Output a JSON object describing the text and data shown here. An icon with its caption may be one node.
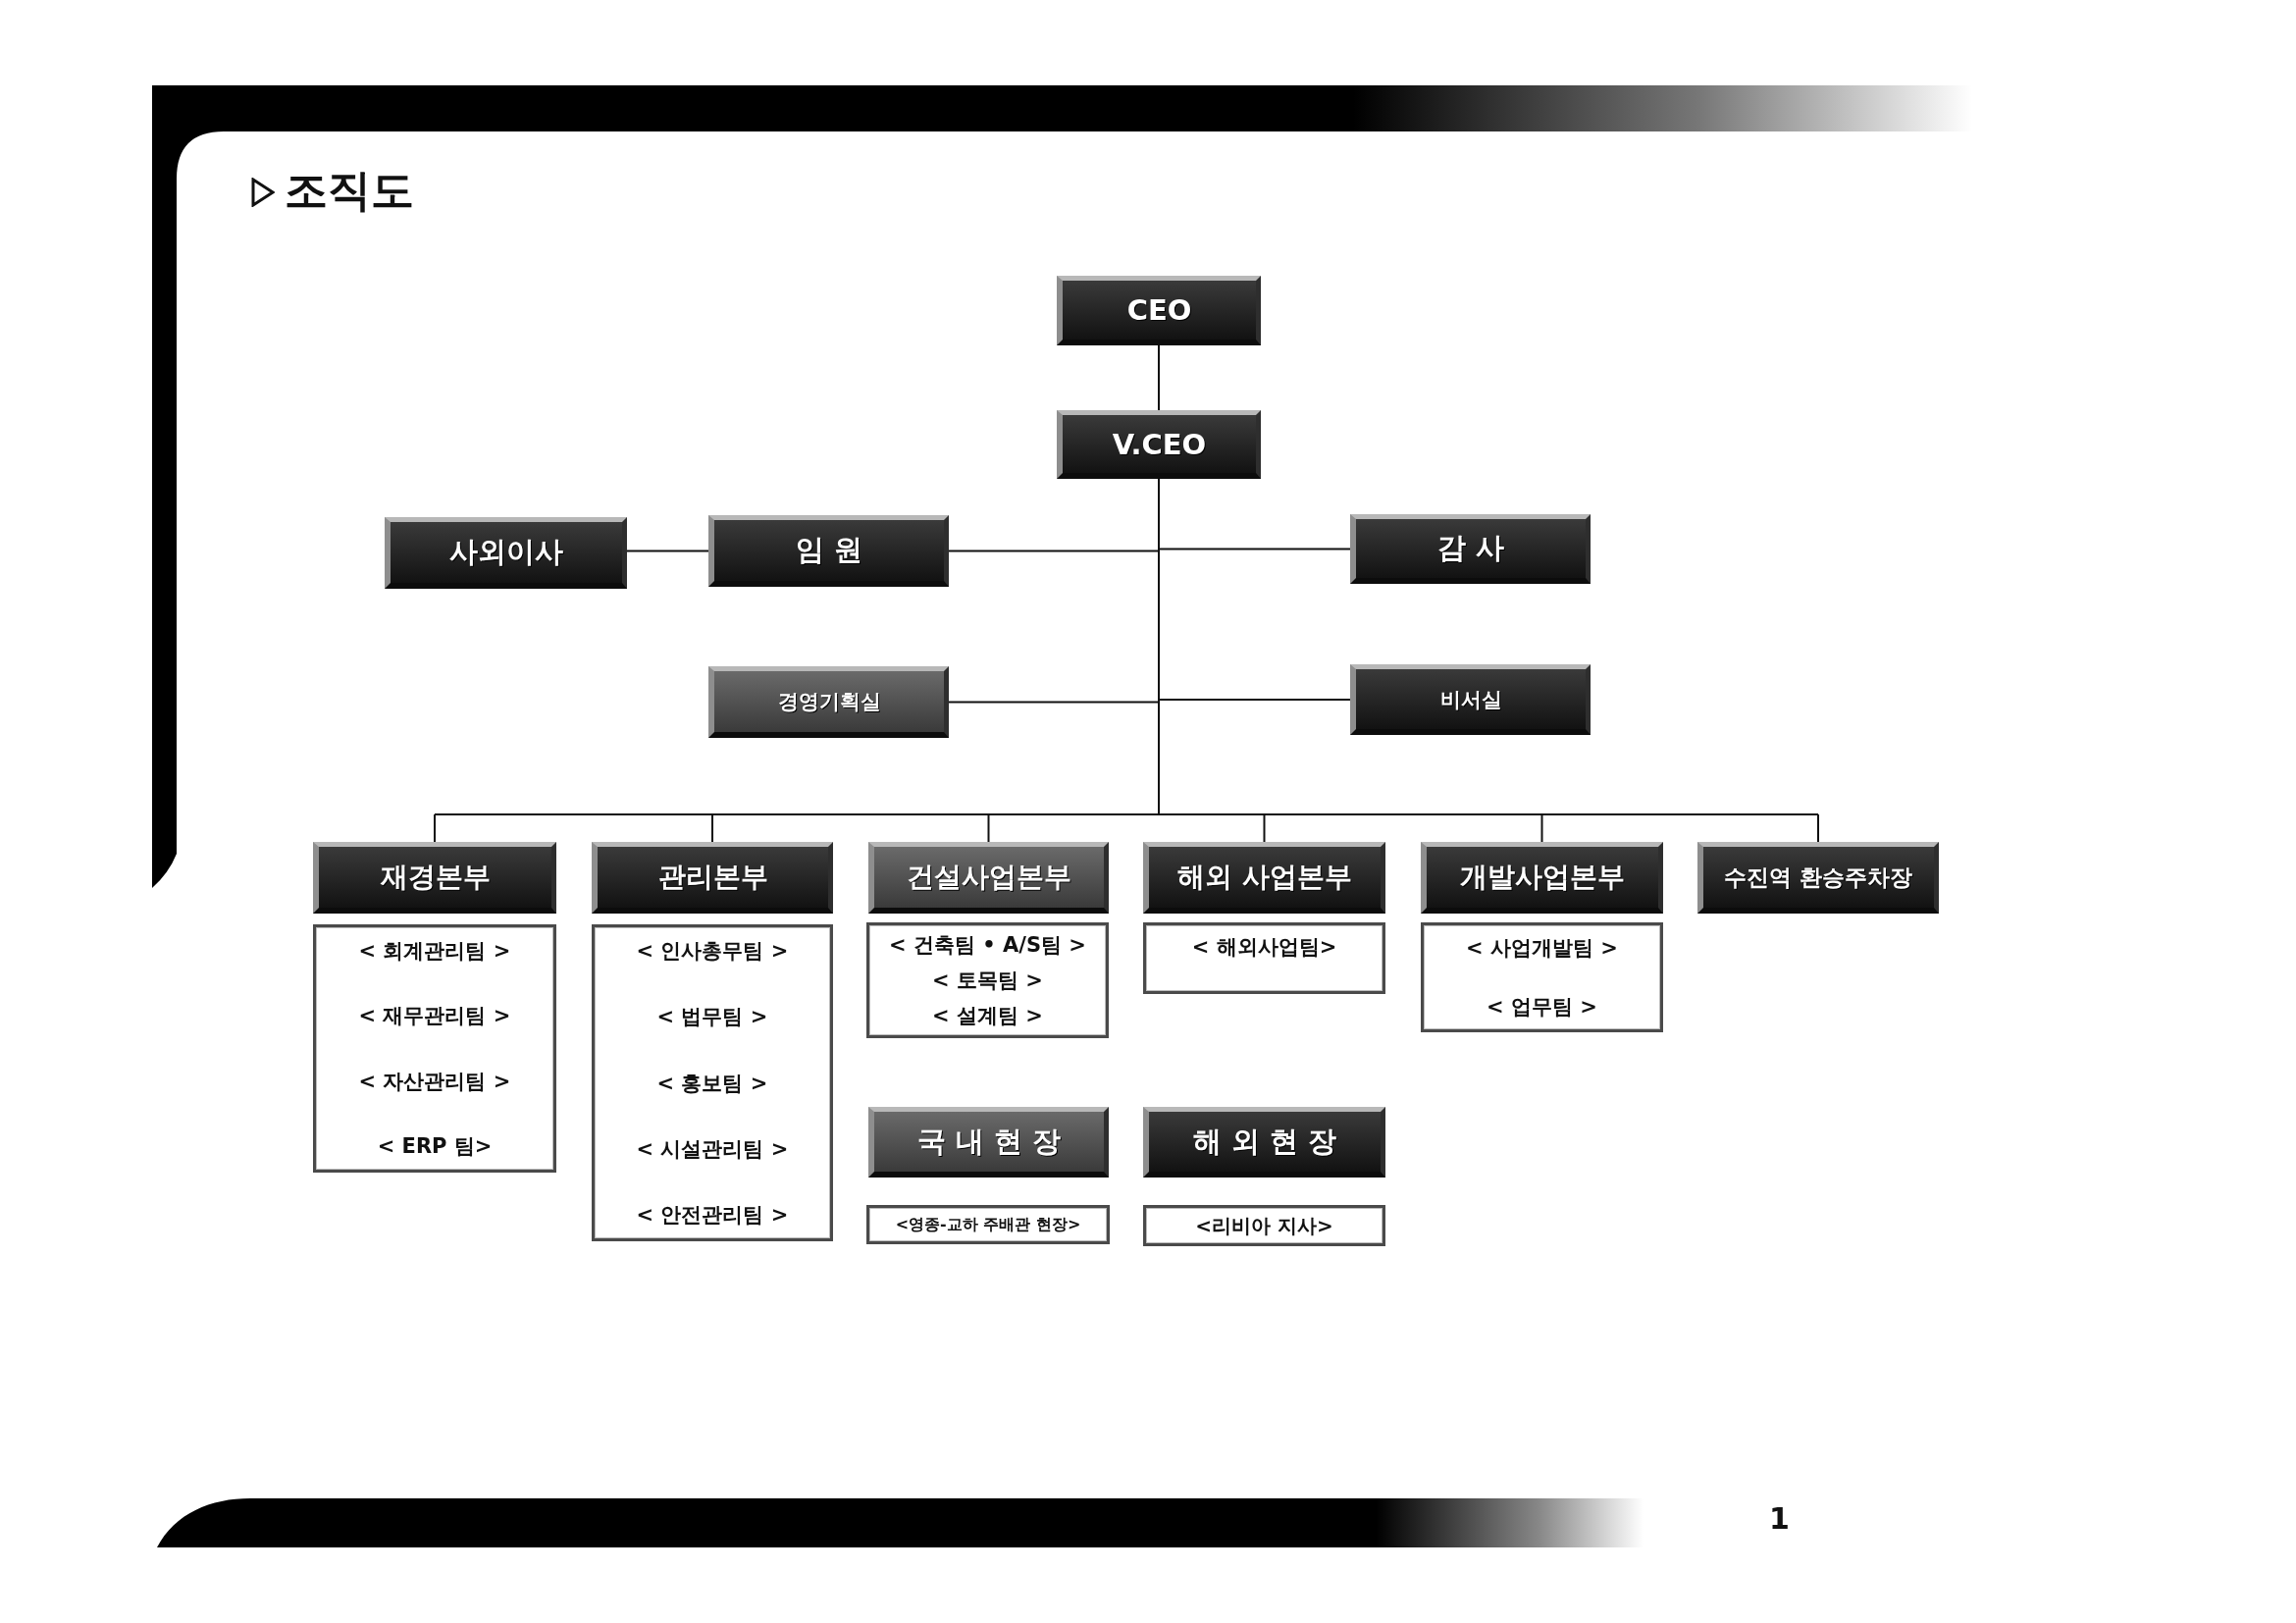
{
  "diagram": {
    "title": "조직도",
    "nodes": [
      {
        "text": [
          "CEO"
        ]
      },
      {
        "text": [
          "V.CEO"
        ]
      },
      {
        "text": [
          "사외이사"
        ]
      },
      {
        "text": [
          "임 원"
        ]
      },
      {
        "text": [
          "감 사"
        ]
      },
      {
        "text": [
          "경영기획실"
        ]
      },
      {
        "text": [
          "비서실"
        ]
      },
      {
        "text": [
          "재경본부"
        ]
      },
      {
        "text": [
          "관리본부"
        ]
      },
      {
        "text": [
          "건설사업본부"
        ]
      },
      {
        "text": [
          "해외 사업본부"
        ]
      },
      {
        "text": [
          "개발사업본부"
        ]
      },
      {
        "text": [
          "수진역 환승주차장"
        ]
      },
      {
        "text": [
          "< 회계관리팀 >",
          "< 재무관리팀 >",
          "< 자산관리팀 >",
          "< ERP 팀>"
        ]
      },
      {
        "text": [
          "< 인사총무팀 >",
          "< 법무팀 >",
          "< 홍보팀 >",
          "< 시설관리팀 >",
          "< 안전관리팀 >"
        ]
      },
      {
        "text": [
          "< 건축팀 • A/S팀 >",
          "< 토목팀 >",
          "< 설계팀 >"
        ]
      },
      {
        "text": [
          "< 해외사업팀>"
        ]
      },
      {
        "text": [
          "< 사업개발팀 >",
          "< 업무팀 >"
        ]
      },
      {
        "text": [
          "국 내 현 장"
        ]
      },
      {
        "text": [
          "해 외 현 장"
        ]
      },
      {
        "text": [
          "<영종-교하 주배관 현장>"
        ]
      },
      {
        "text": [
          "<리비아 지사>"
        ]
      }
    ],
    "edges": [
      {
        "from": 0,
        "to": 1,
        "arrow": "none"
      },
      {
        "from": 2,
        "to": 3,
        "arrow": "none"
      },
      {
        "from": 1,
        "to": 3,
        "arrow": "none"
      },
      {
        "from": 1,
        "to": 4,
        "arrow": "none"
      },
      {
        "from": 1,
        "to": 5,
        "arrow": "none"
      },
      {
        "from": 1,
        "to": 6,
        "arrow": "none"
      },
      {
        "from": 1,
        "to": 7,
        "arrow": "none"
      },
      {
        "from": 1,
        "to": 8,
        "arrow": "none"
      },
      {
        "from": 1,
        "to": 9,
        "arrow": "none"
      },
      {
        "from": 1,
        "to": 10,
        "arrow": "none"
      },
      {
        "from": 1,
        "to": 11,
        "arrow": "none"
      },
      {
        "from": 1,
        "to": 12,
        "arrow": "none"
      }
    ],
    "labels": [
      "1"
    ]
  }
}
